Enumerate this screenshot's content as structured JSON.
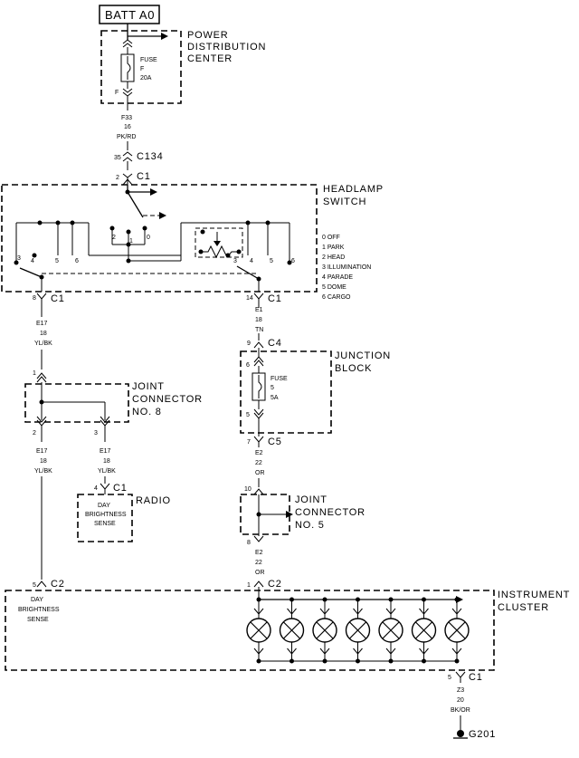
{
  "batt": "BATT A0",
  "pdc": {
    "line1": "POWER",
    "line2": "DISTRIBUTION",
    "line3": "CENTER",
    "fuse": "FUSE",
    "fuse_id": "F",
    "fuse_rating": "20A",
    "cavity": "F"
  },
  "wire_f33": {
    "circuit": "F33",
    "gauge": "16",
    "color": "PK/RD"
  },
  "c134": {
    "pin": "35",
    "name": "C134"
  },
  "headlamp_switch": {
    "line1": "HEADLAMP",
    "line2": "SWITCH",
    "c1_top_pin": "2",
    "c1": "C1",
    "positions": [
      "0 OFF",
      "1 PARK",
      "2 HEAD",
      "3 ILLUMINATION",
      "4 PARADE",
      "5 DOME",
      "6 CARGO"
    ],
    "contacts_left": [
      "3",
      "4",
      "5",
      "6"
    ],
    "contacts_mid": [
      "2",
      "1",
      "0"
    ],
    "contacts_right": [
      "3",
      "4",
      "5",
      "6"
    ],
    "c1_left_pin": "8",
    "c1_right_pin": "14"
  },
  "wire_e17_a": {
    "circuit": "E17",
    "gauge": "18",
    "color": "YL/BK"
  },
  "wire_e1": {
    "circuit": "E1",
    "gauge": "18",
    "color": "TN"
  },
  "joint8": {
    "line1": "JOINT",
    "line2": "CONNECTOR",
    "line3": "NO. 8",
    "pin_in": "1",
    "pin_out1": "2",
    "pin_out2": "3"
  },
  "junction_block": {
    "line1": "JUNCTION",
    "line2": "BLOCK",
    "c4_pin": "9",
    "c4": "C4",
    "fuse": "FUSE",
    "fuse_id": "5",
    "fuse_rating": "5A",
    "cav_top": "6",
    "cav_bot": "5",
    "c5_pin": "7",
    "c5": "C5"
  },
  "wire_e17_b": {
    "circuit": "E17",
    "gauge": "18",
    "color": "YL/BK"
  },
  "wire_e17_c": {
    "circuit": "E17",
    "gauge": "18",
    "color": "YL/BK"
  },
  "radio": {
    "label": "RADIO",
    "pin": "4",
    "conn": "C1",
    "inner1": "DAY",
    "inner2": "BRIGHTNESS",
    "inner3": "SENSE"
  },
  "wire_e2_a": {
    "circuit": "E2",
    "gauge": "22",
    "color": "OR"
  },
  "joint5": {
    "line1": "JOINT",
    "line2": "CONNECTOR",
    "line3": "NO. 5",
    "pin_in": "10",
    "pin_out": "8"
  },
  "wire_e2_b": {
    "circuit": "E2",
    "gauge": "22",
    "color": "OR"
  },
  "cluster": {
    "line1": "INSTRUMENT",
    "line2": "CLUSTER",
    "c2_left_pin": "5",
    "c2_left": "C2",
    "c2_right_pin": "1",
    "c2_right": "C2",
    "inner1": "DAY",
    "inner2": "BRIGHTNESS",
    "inner3": "SENSE",
    "c1_pin": "5",
    "c1": "C1",
    "lamp_count": 7
  },
  "wire_z3": {
    "circuit": "Z3",
    "gauge": "20",
    "color": "BK/OR"
  },
  "ground": "G201"
}
